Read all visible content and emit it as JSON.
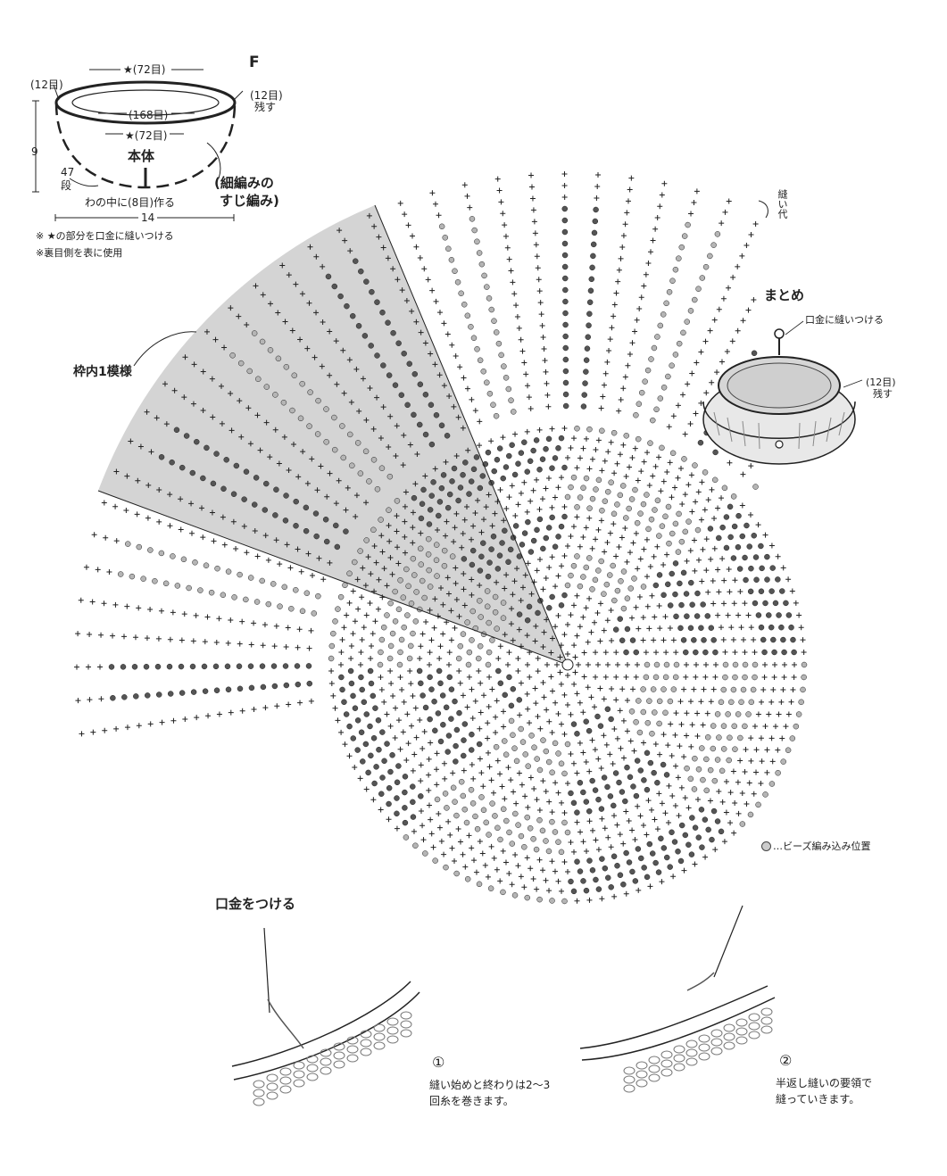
{
  "top_diagram": {
    "part_letter": "F",
    "star_top": "★(72目)",
    "left_sts": "(12目)",
    "right_sts": "(12目)",
    "right_remain": "残す",
    "inner_sts": "(168目)",
    "star_mid": "★(72目)",
    "body_label": "本体",
    "height": "9",
    "rows_num": "47",
    "rows_unit": "段",
    "ring_label": "わの中に(8目)作る",
    "stitch_type_1": "(細編みの",
    "stitch_type_2": "すじ編み)",
    "width": "14",
    "note1": "※ ★の部分を口金に縫いつける",
    "note2": "※裏目側を表に使用"
  },
  "chart": {
    "repeat_label": "枠内1模様",
    "seam_label": "縫い代"
  },
  "finishing": {
    "title": "まとめ",
    "sew_label": "口金に縫いつける",
    "remain_sts": "(12目)",
    "remain_word": "残す"
  },
  "legend": {
    "bead_text": "…ビーズ編み込み位置"
  },
  "attach": {
    "title": "口金をつける",
    "step1_num": "①",
    "step1_line1": "縫い始めと終わりは2～3",
    "step1_line2": "回糸を巻きます。",
    "step2_num": "②",
    "step2_line1": "半返し縫いの要領で",
    "step2_line2": "縫っていきます。"
  },
  "colors": {
    "ink": "#222222",
    "shade": "#cfcfcf",
    "bead_dark": "#555555",
    "bead_light": "#b5b5b5"
  }
}
